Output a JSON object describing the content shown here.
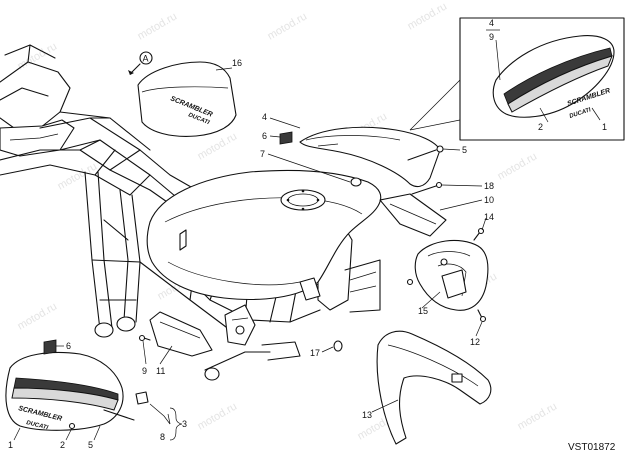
{
  "diagram_code": "VST01872",
  "watermark": "motod.ru",
  "view_marker": "A",
  "badge_text": {
    "brand": "SCRAMBLER",
    "model": "DUCATI"
  },
  "callouts": {
    "c1": "1",
    "c2": "2",
    "c3": "3",
    "c4": "4",
    "c5": "5",
    "c6": "6",
    "c7": "7",
    "c8": "8",
    "c9": "9",
    "c10": "10",
    "c11": "11",
    "c12": "12",
    "c13": "13",
    "c14": "14",
    "c15": "15",
    "c16": "16",
    "c17": "17",
    "c18": "18"
  },
  "inset_callouts": {
    "i1": "1",
    "i2": "2",
    "i4": "4",
    "i9": "9"
  },
  "bottom_callouts": {
    "b1": "1",
    "b2": "2",
    "b5": "5",
    "b6": "6",
    "b3": "3",
    "b8": "8"
  }
}
